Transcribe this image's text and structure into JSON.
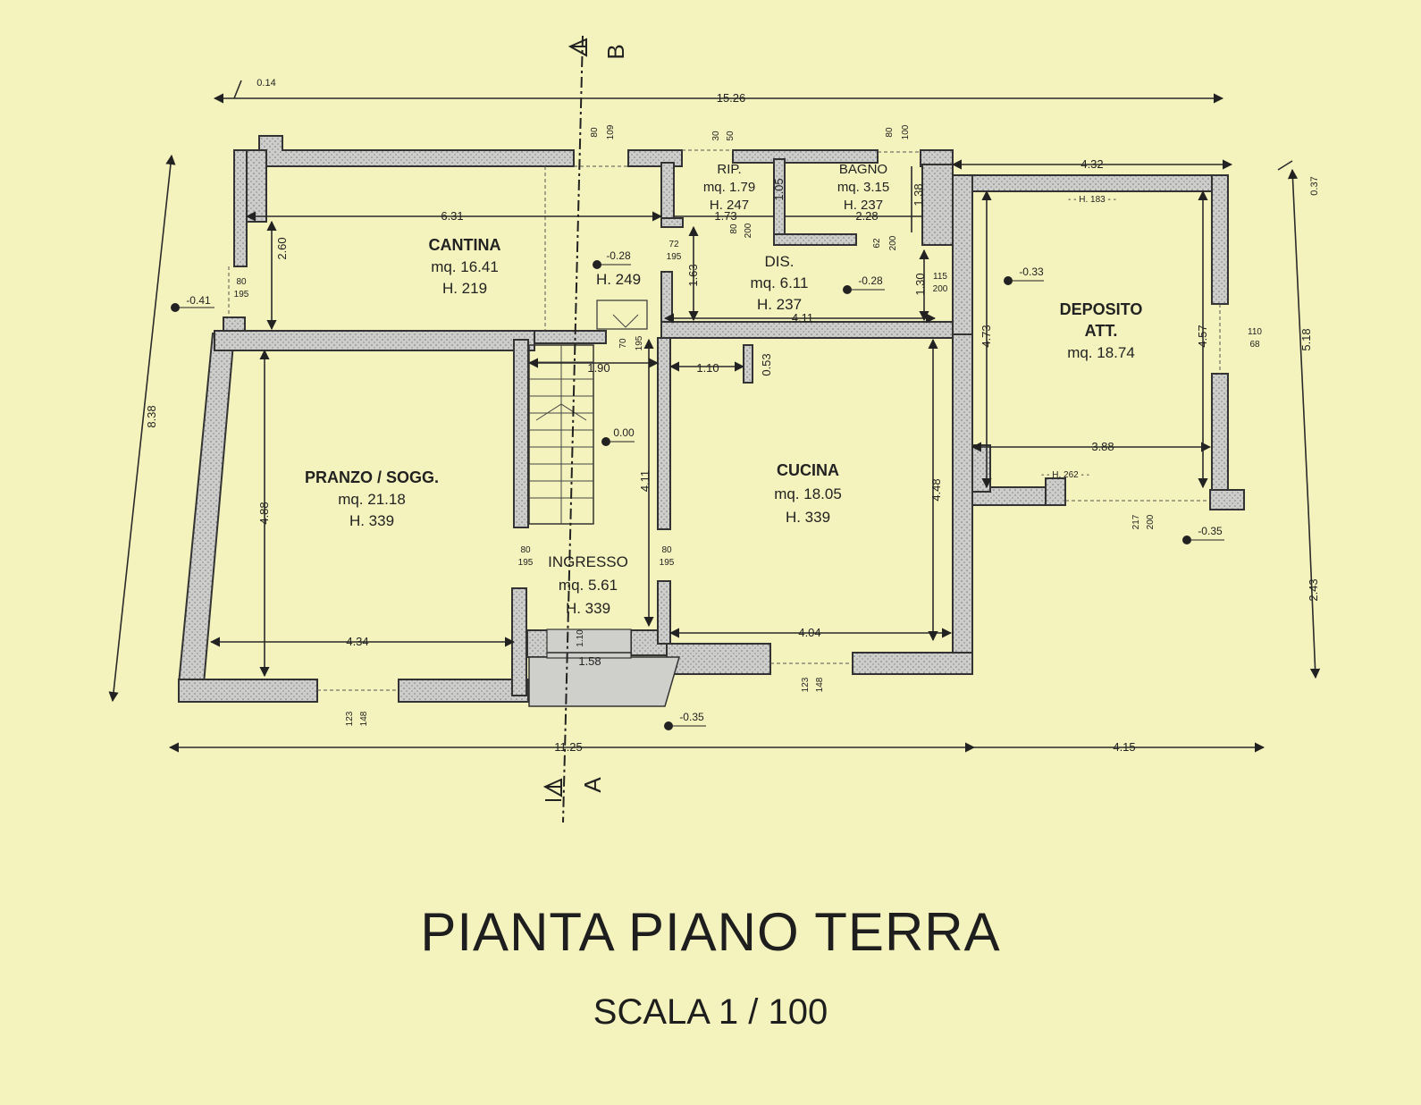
{
  "drawing": {
    "title": "PIANTA PIANO TERRA",
    "scale": "SCALA 1 / 100"
  },
  "section_marks": {
    "a": "A",
    "b": "B"
  },
  "rooms": [
    {
      "key": "cantina",
      "name": "CANTINA",
      "area": "mq. 16.41",
      "height": "H. 219"
    },
    {
      "key": "rip",
      "name": "RIP.",
      "area": "mq. 1.79",
      "height": "H. 247"
    },
    {
      "key": "bagno",
      "name": "BAGNO",
      "area": "mq. 3.15",
      "height": "H. 237"
    },
    {
      "key": "dis",
      "name": "DIS.",
      "area": "mq. 6.11",
      "height": "H. 237"
    },
    {
      "key": "deposito",
      "name": "DEPOSITO",
      "name2": "ATT.",
      "area": "mq. 18.74"
    },
    {
      "key": "pranzo",
      "name": "PRANZO / SOGG.",
      "area": "mq. 21.18",
      "height": "H. 339"
    },
    {
      "key": "cucina",
      "name": "CUCINA",
      "area": "mq. 18.05",
      "height": "H. 339"
    },
    {
      "key": "ingresso",
      "name": "INGRESSO",
      "area": "mq. 5.61",
      "height": "H. 339"
    }
  ],
  "dimensions": {
    "total_width": "15.26",
    "wall_offset": "0.14",
    "total_depth": "8.38",
    "right_depth": "5.18",
    "right_lower": "2.43",
    "right_offset": "0.37",
    "bottom_left": "11.25",
    "bottom_right": "4.15",
    "cantina_width": "6.31",
    "cantina_depth": "2.60",
    "rip_width": "1.73",
    "rip_depth": "1.05",
    "bagno_width": "2.28",
    "bagno_depth": "1.38",
    "dis_width": "4.11",
    "dis_depth": "1.30",
    "dis_depth2": "1.63",
    "deposito_top": "4.32",
    "deposito_width": "3.88",
    "deposito_depth": "4.73",
    "deposito_depth2": "4.57",
    "pranzo_depth": "4.88",
    "pranzo_width": "4.34",
    "stair_width": "1.90",
    "cucina_niche": "1.10",
    "cucina_niche2": "0.53",
    "ingresso_depth": "4.11",
    "ingresso_width": "1.58",
    "ingresso_step": "1.10",
    "cucina_width": "4.04",
    "cucina_depth": "4.48",
    "h183": "- - H. 183 - -",
    "h262": "- - H. 262 - -",
    "h249": "H. 249"
  },
  "openings": {
    "d80_109": [
      "80",
      "109"
    ],
    "d30_50": [
      "30",
      "50"
    ],
    "d80_100": [
      "80",
      "100"
    ],
    "d80_195_cantina": [
      "80",
      "195"
    ],
    "d72_195": [
      "72",
      "195"
    ],
    "d80_200": [
      "80",
      "200"
    ],
    "d62_200": [
      "62",
      "200"
    ],
    "d115_200": [
      "115",
      "200"
    ],
    "d110_68": [
      "110",
      "68"
    ],
    "d70_195": [
      "70",
      "195"
    ],
    "d80_195_ing": [
      "80",
      "195"
    ],
    "d80_195_cuc": [
      "80",
      "195"
    ],
    "d217_200": [
      "217",
      "200"
    ],
    "d123_148_left": [
      "123",
      "148"
    ],
    "d123_148_cucina": [
      "123",
      "148"
    ]
  },
  "levels": {
    "l_left": "-0.41",
    "l_cantina": "-0.28",
    "l_dis": "-0.28",
    "l_deposito": "-0.33",
    "l_stair": "0.00",
    "l_ext_right": "-0.35",
    "l_ext_bottom": "-0.35"
  }
}
